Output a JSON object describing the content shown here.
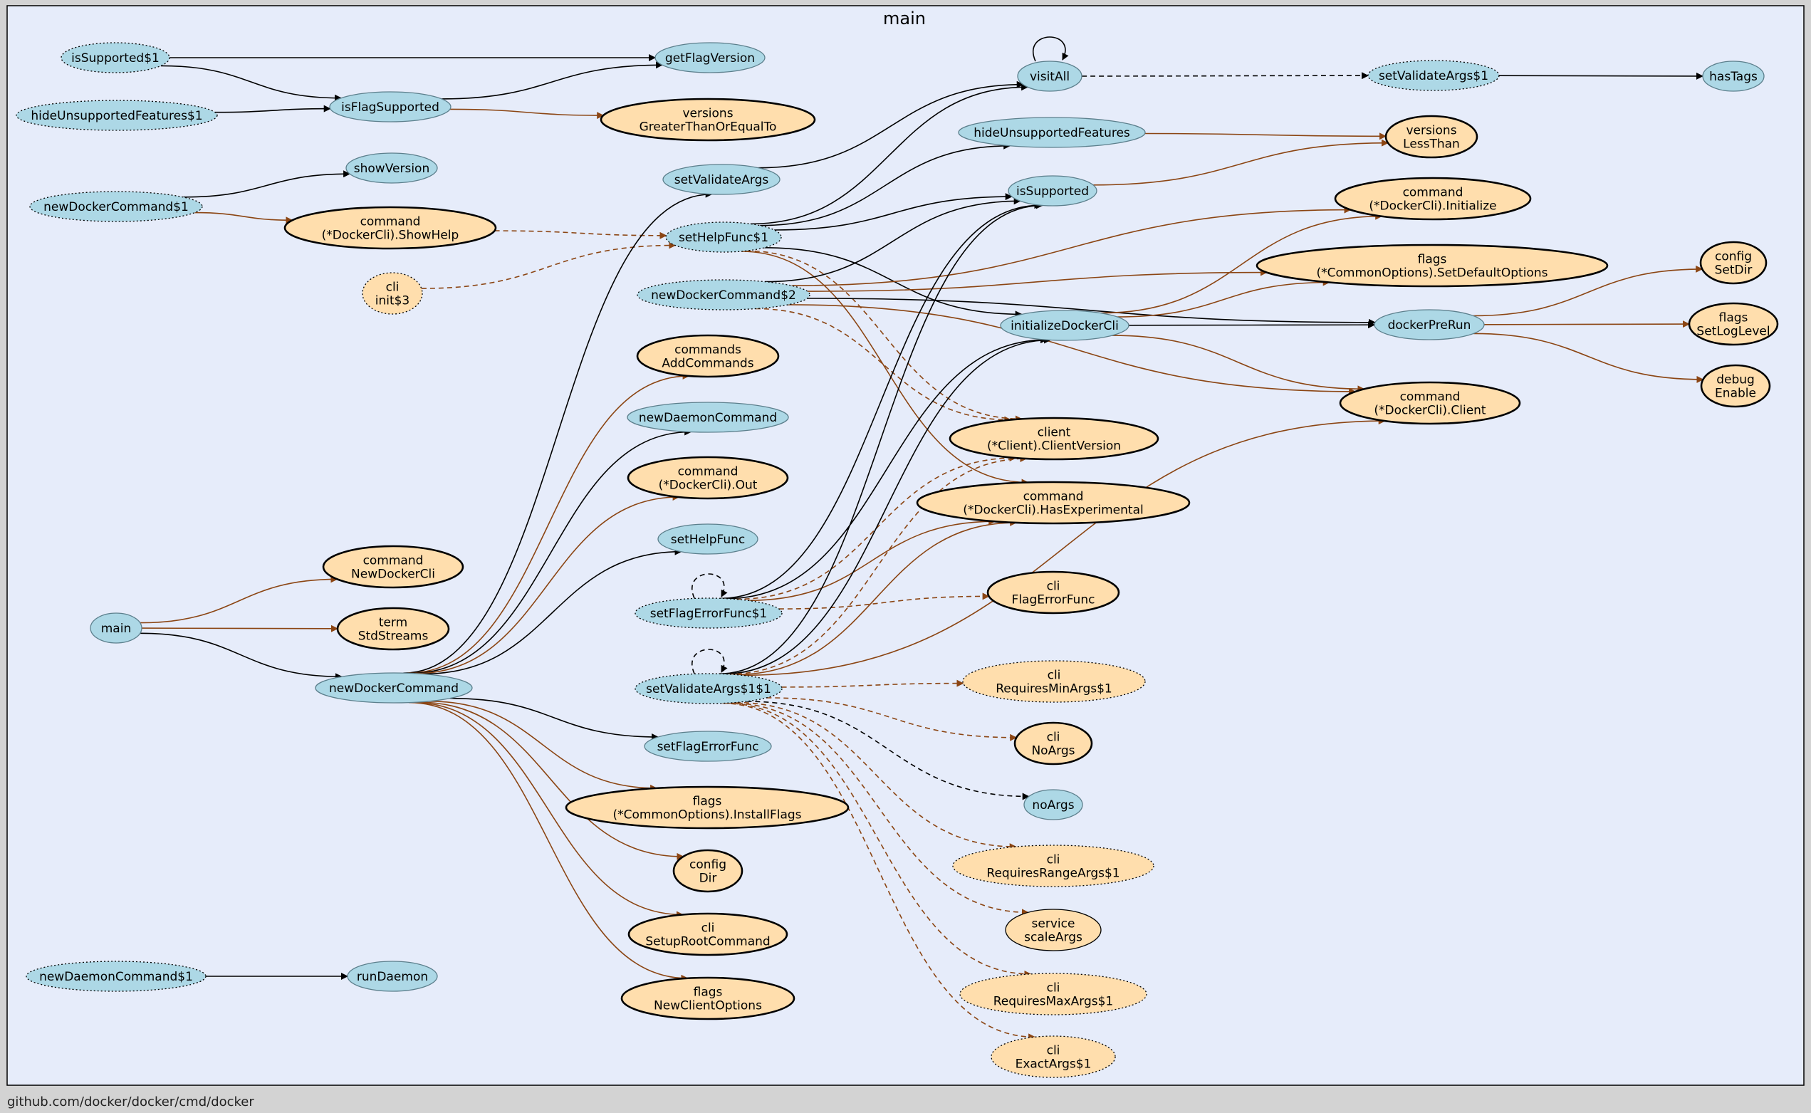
{
  "cluster": {
    "title": "main"
  },
  "footer": {
    "package": "github.com/docker/docker/cmd/docker"
  },
  "colors": {
    "background": "#d3d3d3",
    "cluster_fill": "#e6ecfa",
    "local_node": "#add8e6",
    "external_node": "#ffdead",
    "internal_edge": "#000000",
    "external_edge": "#8b4513"
  },
  "nodes": [
    {
      "id": "isSupported$1",
      "lines": [
        "isSupported$1"
      ],
      "kind": "local",
      "style": "dotted"
    },
    {
      "id": "getFlagVersion",
      "lines": [
        "getFlagVersion"
      ],
      "kind": "local",
      "style": "solid"
    },
    {
      "id": "hideUnsupportedFeatures$1",
      "lines": [
        "hideUnsupportedFeatures$1"
      ],
      "kind": "local",
      "style": "dotted"
    },
    {
      "id": "isFlagSupported",
      "lines": [
        "isFlagSupported"
      ],
      "kind": "local",
      "style": "solid"
    },
    {
      "id": "versionsGTE",
      "lines": [
        "versions",
        "GreaterThanOrEqualTo"
      ],
      "kind": "external",
      "style": "bold"
    },
    {
      "id": "visitAll",
      "lines": [
        "visitAll"
      ],
      "kind": "local",
      "style": "solid"
    },
    {
      "id": "setValidateArgs$1",
      "lines": [
        "setValidateArgs$1"
      ],
      "kind": "local",
      "style": "dotted"
    },
    {
      "id": "hasTags",
      "lines": [
        "hasTags"
      ],
      "kind": "local",
      "style": "solid"
    },
    {
      "id": "hideUnsupportedFeatures",
      "lines": [
        "hideUnsupportedFeatures"
      ],
      "kind": "local",
      "style": "solid"
    },
    {
      "id": "versionsLT",
      "lines": [
        "versions",
        "LessThan"
      ],
      "kind": "external",
      "style": "bold"
    },
    {
      "id": "showVersion",
      "lines": [
        "showVersion"
      ],
      "kind": "local",
      "style": "solid"
    },
    {
      "id": "newDockerCommand$1",
      "lines": [
        "newDockerCommand$1"
      ],
      "kind": "local",
      "style": "dotted"
    },
    {
      "id": "setValidateArgs",
      "lines": [
        "setValidateArgs"
      ],
      "kind": "local",
      "style": "solid"
    },
    {
      "id": "isSupported",
      "lines": [
        "isSupported"
      ],
      "kind": "local",
      "style": "solid"
    },
    {
      "id": "showHelp",
      "lines": [
        "command",
        "(*DockerCli).ShowHelp"
      ],
      "kind": "external",
      "style": "bold"
    },
    {
      "id": "setHelpFunc$1",
      "lines": [
        "setHelpFunc$1"
      ],
      "kind": "local",
      "style": "dotted"
    },
    {
      "id": "initialize",
      "lines": [
        "command",
        "(*DockerCli).Initialize"
      ],
      "kind": "external",
      "style": "bold"
    },
    {
      "id": "cliInit3",
      "lines": [
        "cli",
        "init$3"
      ],
      "kind": "external",
      "style": "dotted"
    },
    {
      "id": "config",
      "lines": [
        "config",
        "SetDir"
      ],
      "kind": "external",
      "style": "bold"
    },
    {
      "id": "setDefaultOptions",
      "lines": [
        "flags",
        "(*CommonOptions).SetDefaultOptions"
      ],
      "kind": "external",
      "style": "bold"
    },
    {
      "id": "newDockerCommand$2",
      "lines": [
        "newDockerCommand$2"
      ],
      "kind": "local",
      "style": "dotted"
    },
    {
      "id": "initializeDockerCli",
      "lines": [
        "initializeDockerCli"
      ],
      "kind": "local",
      "style": "solid"
    },
    {
      "id": "dockerPreRun",
      "lines": [
        "dockerPreRun"
      ],
      "kind": "local",
      "style": "solid"
    },
    {
      "id": "setLogLevel",
      "lines": [
        "flags",
        "SetLogLevel"
      ],
      "kind": "external",
      "style": "bold"
    },
    {
      "id": "addCommands",
      "lines": [
        "commands",
        "AddCommands"
      ],
      "kind": "external",
      "style": "bold"
    },
    {
      "id": "debug",
      "lines": [
        "debug",
        "Enable"
      ],
      "kind": "external",
      "style": "bold"
    },
    {
      "id": "client",
      "lines": [
        "command",
        "(*DockerCli).Client"
      ],
      "kind": "external",
      "style": "bold"
    },
    {
      "id": "newDaemonCommand",
      "lines": [
        "newDaemonCommand"
      ],
      "kind": "local",
      "style": "solid"
    },
    {
      "id": "clientVersion",
      "lines": [
        "client",
        "(*Client).ClientVersion"
      ],
      "kind": "external",
      "style": "bold"
    },
    {
      "id": "out",
      "lines": [
        "command",
        "(*DockerCli).Out"
      ],
      "kind": "external",
      "style": "bold"
    },
    {
      "id": "hasExperimental",
      "lines": [
        "command",
        "(*DockerCli).HasExperimental"
      ],
      "kind": "external",
      "style": "bold"
    },
    {
      "id": "setHelpFunc",
      "lines": [
        "setHelpFunc"
      ],
      "kind": "local",
      "style": "solid"
    },
    {
      "id": "newDockerCli",
      "lines": [
        "command",
        "NewDockerCli"
      ],
      "kind": "external",
      "style": "bold"
    },
    {
      "id": "flagErrorFunc",
      "lines": [
        "cli",
        "FlagErrorFunc"
      ],
      "kind": "external",
      "style": "bold"
    },
    {
      "id": "main",
      "lines": [
        "main"
      ],
      "kind": "local",
      "style": "solid"
    },
    {
      "id": "setFlagErrorFunc$1",
      "lines": [
        "setFlagErrorFunc$1"
      ],
      "kind": "local",
      "style": "dotted"
    },
    {
      "id": "stdStreams",
      "lines": [
        "term",
        "StdStreams"
      ],
      "kind": "external",
      "style": "bold"
    },
    {
      "id": "newDockerCommand",
      "lines": [
        "newDockerCommand"
      ],
      "kind": "local",
      "style": "solid"
    },
    {
      "id": "setValidateArgs$1$1",
      "lines": [
        "setValidateArgs$1$1"
      ],
      "kind": "local",
      "style": "dotted"
    },
    {
      "id": "requiresMinArgs",
      "lines": [
        "cli",
        "RequiresMinArgs$1"
      ],
      "kind": "external",
      "style": "dotted"
    },
    {
      "id": "setFlagErrorFunc",
      "lines": [
        "setFlagErrorFunc"
      ],
      "kind": "local",
      "style": "solid"
    },
    {
      "id": "noArgsCli",
      "lines": [
        "cli",
        "NoArgs"
      ],
      "kind": "external",
      "style": "bold"
    },
    {
      "id": "installFlags",
      "lines": [
        "flags",
        "(*CommonOptions).InstallFlags"
      ],
      "kind": "external",
      "style": "bold"
    },
    {
      "id": "noArgs",
      "lines": [
        "noArgs"
      ],
      "kind": "local",
      "style": "solid"
    },
    {
      "id": "configDir",
      "lines": [
        "config",
        "Dir"
      ],
      "kind": "external",
      "style": "bold"
    },
    {
      "id": "requiresRangeArgs",
      "lines": [
        "cli",
        "RequiresRangeArgs$1"
      ],
      "kind": "external",
      "style": "dotted"
    },
    {
      "id": "setupRootCommand",
      "lines": [
        "cli",
        "SetupRootCommand"
      ],
      "kind": "external",
      "style": "bold"
    },
    {
      "id": "scaleArgs",
      "lines": [
        "service",
        "scaleArgs"
      ],
      "kind": "external",
      "style": "solid"
    },
    {
      "id": "newClientOptions",
      "lines": [
        "flags",
        "NewClientOptions"
      ],
      "kind": "external",
      "style": "bold"
    },
    {
      "id": "requiresMaxArgs",
      "lines": [
        "cli",
        "RequiresMaxArgs$1"
      ],
      "kind": "external",
      "style": "dotted"
    },
    {
      "id": "newDaemonCommand$1",
      "lines": [
        "newDaemonCommand$1"
      ],
      "kind": "local",
      "style": "dotted"
    },
    {
      "id": "runDaemon",
      "lines": [
        "runDaemon"
      ],
      "kind": "local",
      "style": "solid"
    },
    {
      "id": "exactArgs",
      "lines": [
        "cli",
        "ExactArgs$1"
      ],
      "kind": "external",
      "style": "dotted"
    }
  ],
  "edges": [
    {
      "from": "isSupported$1",
      "to": "getFlagVersion",
      "ext": false,
      "dyn": false
    },
    {
      "from": "isSupported$1",
      "to": "isFlagSupported",
      "ext": false,
      "dyn": false
    },
    {
      "from": "hideUnsupportedFeatures$1",
      "to": "isFlagSupported",
      "ext": false,
      "dyn": false
    },
    {
      "from": "isFlagSupported",
      "to": "getFlagVersion",
      "ext": false,
      "dyn": false
    },
    {
      "from": "isFlagSupported",
      "to": "versionsGTE",
      "ext": true,
      "dyn": false
    },
    {
      "from": "visitAll",
      "to": "visitAll",
      "ext": false,
      "dyn": false
    },
    {
      "from": "visitAll",
      "to": "setValidateArgs$1",
      "ext": false,
      "dyn": true
    },
    {
      "from": "setValidateArgs$1",
      "to": "hasTags",
      "ext": false,
      "dyn": false
    },
    {
      "from": "hideUnsupportedFeatures",
      "to": "versionsLT",
      "ext": true,
      "dyn": false
    },
    {
      "from": "isSupported",
      "to": "versionsLT",
      "ext": true,
      "dyn": false
    },
    {
      "from": "newDockerCommand$1",
      "to": "showVersion",
      "ext": false,
      "dyn": false
    },
    {
      "from": "newDockerCommand$1",
      "to": "showHelp",
      "ext": true,
      "dyn": false
    },
    {
      "from": "showHelp",
      "to": "setHelpFunc$1",
      "ext": true,
      "dyn": true
    },
    {
      "from": "cliInit3",
      "to": "setHelpFunc$1",
      "ext": true,
      "dyn": true
    },
    {
      "from": "setValidateArgs",
      "to": "visitAll",
      "ext": false,
      "dyn": false
    },
    {
      "from": "setHelpFunc$1",
      "to": "visitAll",
      "ext": false,
      "dyn": false
    },
    {
      "from": "setHelpFunc$1",
      "to": "hideUnsupportedFeatures",
      "ext": false,
      "dyn": false
    },
    {
      "from": "setHelpFunc$1",
      "to": "isSupported",
      "ext": false,
      "dyn": false
    },
    {
      "from": "setHelpFunc$1",
      "to": "initializeDockerCli",
      "ext": false,
      "dyn": false
    },
    {
      "from": "setHelpFunc$1",
      "to": "clientVersion",
      "ext": true,
      "dyn": true
    },
    {
      "from": "setHelpFunc$1",
      "to": "hasExperimental",
      "ext": true,
      "dyn": false
    },
    {
      "from": "newDockerCommand$2",
      "to": "isSupported",
      "ext": false,
      "dyn": false
    },
    {
      "from": "newDockerCommand$2",
      "to": "initialize",
      "ext": true,
      "dyn": false
    },
    {
      "from": "newDockerCommand$2",
      "to": "setDefaultOptions",
      "ext": true,
      "dyn": false
    },
    {
      "from": "newDockerCommand$2",
      "to": "dockerPreRun",
      "ext": false,
      "dyn": false
    },
    {
      "from": "newDockerCommand$2",
      "to": "client",
      "ext": true,
      "dyn": false
    },
    {
      "from": "newDockerCommand$2",
      "to": "clientVersion",
      "ext": true,
      "dyn": true
    },
    {
      "from": "initializeDockerCli",
      "to": "initialize",
      "ext": true,
      "dyn": false
    },
    {
      "from": "initializeDockerCli",
      "to": "setDefaultOptions",
      "ext": true,
      "dyn": false
    },
    {
      "from": "initializeDockerCli",
      "to": "dockerPreRun",
      "ext": false,
      "dyn": false
    },
    {
      "from": "initializeDockerCli",
      "to": "client",
      "ext": true,
      "dyn": false
    },
    {
      "from": "dockerPreRun",
      "to": "config",
      "ext": true,
      "dyn": false
    },
    {
      "from": "dockerPreRun",
      "to": "setLogLevel",
      "ext": true,
      "dyn": false
    },
    {
      "from": "dockerPreRun",
      "to": "debug",
      "ext": true,
      "dyn": false
    },
    {
      "from": "main",
      "to": "newDockerCli",
      "ext": true,
      "dyn": false
    },
    {
      "from": "main",
      "to": "stdStreams",
      "ext": true,
      "dyn": false
    },
    {
      "from": "main",
      "to": "newDockerCommand",
      "ext": false,
      "dyn": false
    },
    {
      "from": "newDockerCommand",
      "to": "setValidateArgs",
      "ext": false,
      "dyn": false
    },
    {
      "from": "newDockerCommand",
      "to": "addCommands",
      "ext": true,
      "dyn": false
    },
    {
      "from": "newDockerCommand",
      "to": "newDaemonCommand",
      "ext": false,
      "dyn": false
    },
    {
      "from": "newDockerCommand",
      "to": "out",
      "ext": true,
      "dyn": false
    },
    {
      "from": "newDockerCommand",
      "to": "setHelpFunc",
      "ext": false,
      "dyn": false
    },
    {
      "from": "newDockerCommand",
      "to": "setFlagErrorFunc",
      "ext": false,
      "dyn": false
    },
    {
      "from": "newDockerCommand",
      "to": "installFlags",
      "ext": true,
      "dyn": false
    },
    {
      "from": "newDockerCommand",
      "to": "configDir",
      "ext": true,
      "dyn": false
    },
    {
      "from": "newDockerCommand",
      "to": "setupRootCommand",
      "ext": true,
      "dyn": false
    },
    {
      "from": "newDockerCommand",
      "to": "newClientOptions",
      "ext": true,
      "dyn": false
    },
    {
      "from": "setFlagErrorFunc$1",
      "to": "setFlagErrorFunc$1",
      "ext": false,
      "dyn": true
    },
    {
      "from": "setFlagErrorFunc$1",
      "to": "isSupported",
      "ext": false,
      "dyn": false
    },
    {
      "from": "setFlagErrorFunc$1",
      "to": "initializeDockerCli",
      "ext": false,
      "dyn": false
    },
    {
      "from": "setFlagErrorFunc$1",
      "to": "clientVersion",
      "ext": true,
      "dyn": true
    },
    {
      "from": "setFlagErrorFunc$1",
      "to": "hasExperimental",
      "ext": true,
      "dyn": false
    },
    {
      "from": "setFlagErrorFunc$1",
      "to": "flagErrorFunc",
      "ext": true,
      "dyn": true
    },
    {
      "from": "setValidateArgs$1$1",
      "to": "setValidateArgs$1$1",
      "ext": false,
      "dyn": true
    },
    {
      "from": "setValidateArgs$1$1",
      "to": "isSupported",
      "ext": false,
      "dyn": false
    },
    {
      "from": "setValidateArgs$1$1",
      "to": "initializeDockerCli",
      "ext": false,
      "dyn": false
    },
    {
      "from": "setValidateArgs$1$1",
      "to": "clientVersion",
      "ext": true,
      "dyn": true
    },
    {
      "from": "setValidateArgs$1$1",
      "to": "hasExperimental",
      "ext": true,
      "dyn": false
    },
    {
      "from": "setValidateArgs$1$1",
      "to": "client",
      "ext": true,
      "dyn": false
    },
    {
      "from": "setValidateArgs$1$1",
      "to": "requiresMinArgs",
      "ext": true,
      "dyn": true
    },
    {
      "from": "setValidateArgs$1$1",
      "to": "noArgsCli",
      "ext": true,
      "dyn": true
    },
    {
      "from": "setValidateArgs$1$1",
      "to": "noArgs",
      "ext": false,
      "dyn": true
    },
    {
      "from": "setValidateArgs$1$1",
      "to": "requiresRangeArgs",
      "ext": true,
      "dyn": true
    },
    {
      "from": "setValidateArgs$1$1",
      "to": "scaleArgs",
      "ext": true,
      "dyn": true
    },
    {
      "from": "setValidateArgs$1$1",
      "to": "requiresMaxArgs",
      "ext": true,
      "dyn": true
    },
    {
      "from": "setValidateArgs$1$1",
      "to": "exactArgs",
      "ext": true,
      "dyn": true
    },
    {
      "from": "newDaemonCommand$1",
      "to": "runDaemon",
      "ext": false,
      "dyn": false
    }
  ]
}
